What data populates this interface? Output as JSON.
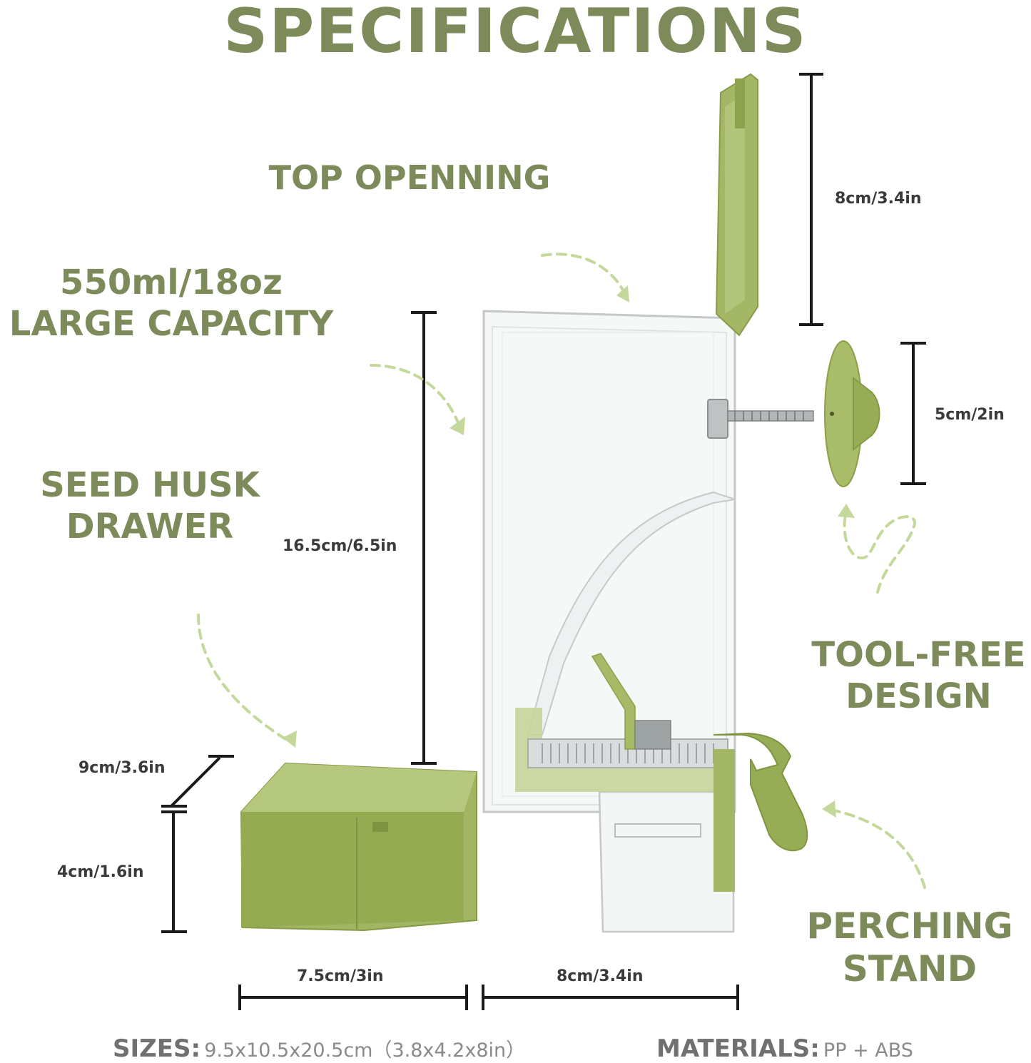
{
  "title": "SPECIFICATIONS",
  "features": {
    "top_opening": "TOP OPENNING",
    "capacity_line1": "550ml/18oz",
    "capacity_line2": "LARGE CAPACITY",
    "husk_line1": "SEED HUSK",
    "husk_line2": "DRAWER",
    "tool_line1": "TOOL-FREE",
    "tool_line2": "DESIGN",
    "perch_line1": "PERCHING",
    "perch_line2": "STAND"
  },
  "dimensions": {
    "lid_height": "8cm/3.4in",
    "suction_cup": "5cm/2in",
    "body_height": "16.5cm/6.5in",
    "drawer_depth": "9cm/3.6in",
    "drawer_height": "4cm/1.6in",
    "drawer_width": "7.5cm/3in",
    "body_width": "8cm/3.4in"
  },
  "footer": {
    "sizes_label": "SIZES:",
    "sizes_value": "9.5x10.5x20.5cm（3.8x4.2x8in）",
    "materials_label": "MATERIALS:",
    "materials_value": "PP + ABS"
  },
  "colors": {
    "heading_green": "#7d8a5a",
    "product_green": "#97ad55",
    "arrow_green": "#c5d89b",
    "dimension_black": "#1a1a1a",
    "footer_label_gray": "#707070"
  }
}
